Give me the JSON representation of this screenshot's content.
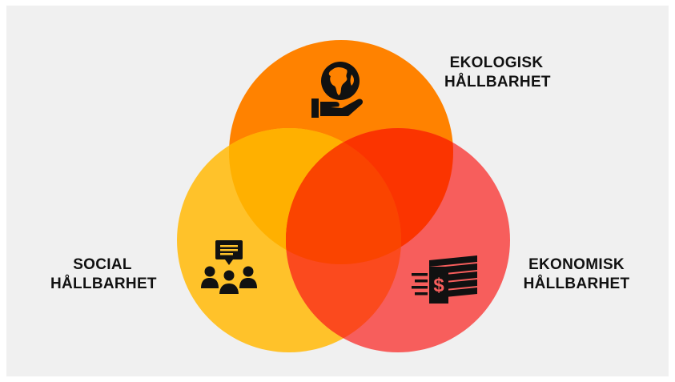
{
  "colors": {
    "background": "#f0f0f0",
    "ecological": "#ff8200",
    "social": "#ffc22a",
    "economic": "#f75e5c",
    "overlap_eco_social": "#ffb000",
    "overlap_eco_econ": "#fb3400",
    "overlap_social_econ": "#fb4a1e",
    "overlap_center": "#fa4400",
    "icon": "#111111"
  },
  "circles": {
    "ecological": {
      "line1": "EKOLOGISK",
      "line2": "HÅLLBARHET",
      "icon": "globe-in-hand-icon"
    },
    "social": {
      "line1": "SOCIAL",
      "line2": "HÅLLBARHET",
      "icon": "people-speech-bubble-icon"
    },
    "economic": {
      "line1": "EKONOMISK",
      "line2": "HÅLLBARHET",
      "icon": "money-stack-icon"
    }
  }
}
